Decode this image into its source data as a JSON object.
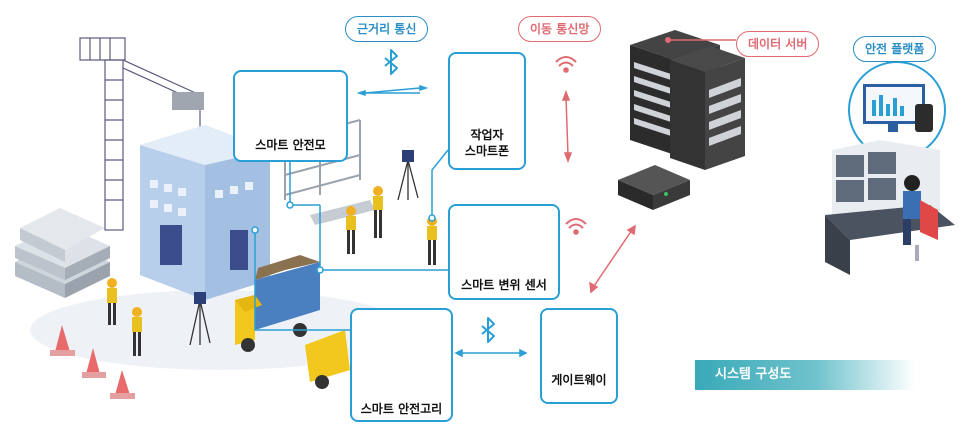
{
  "labels": {
    "short_range": "근거리 통신",
    "mobile_network": "이동 통신망",
    "data_server": "데이터 서버",
    "safety_platform": "안전 플랫폼",
    "system_diagram": "시스템 구성도"
  },
  "cards": {
    "helmet": "스마트 안전모",
    "phone_line1": "작업자",
    "phone_line2": "스마트폰",
    "sensor": "스마트 변위 센서",
    "hook": "스마트 안전고리",
    "gateway": "게이트웨이"
  },
  "colors": {
    "accent_blue": "#2a9fd6",
    "accent_red": "#df6a72",
    "helmet_led": "#b05ac8",
    "sensor_led": "#2fa84a",
    "hook_tag": "#f4e47a"
  }
}
